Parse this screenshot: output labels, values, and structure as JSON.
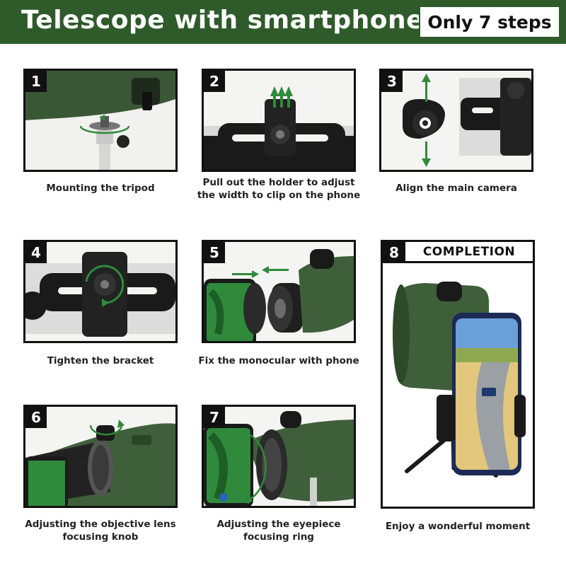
{
  "header": {
    "title": "Telescope with smartphone",
    "badge": "Only 7 steps"
  },
  "colors": {
    "brand_green": "#2f5b2b",
    "monocular_green": "#3f5f3a",
    "arrow_green": "#2e8b3a",
    "frame_black": "#111111"
  },
  "steps": [
    {
      "number": "1",
      "caption_lines": [
        "Mounting the tripod"
      ]
    },
    {
      "number": "2",
      "caption_lines": [
        "Pull out the holder to adjust",
        "the width to clip on the phone"
      ]
    },
    {
      "number": "3",
      "caption_lines": [
        "Align the main camera"
      ]
    },
    {
      "number": "4",
      "caption_lines": [
        "Tighten the bracket"
      ]
    },
    {
      "number": "5",
      "caption_lines": [
        "Fix the monocular with phone"
      ]
    },
    {
      "number": "6",
      "caption_lines": [
        "Adjusting the objective lens",
        "focusing knob"
      ]
    },
    {
      "number": "7",
      "caption_lines": [
        "Adjusting the eyepiece",
        "focusing ring"
      ]
    }
  ],
  "completion": {
    "number": "8",
    "label": "COMPLETION",
    "caption": "Enjoy a wonderful moment"
  },
  "icons": [
    "monocular-icon",
    "tripod-icon",
    "phone-holder-icon",
    "smartphone-icon",
    "rotate-arrow-icon",
    "up-arrow-icon",
    "down-arrow-icon",
    "right-arrow-icon",
    "left-arrow-icon"
  ]
}
